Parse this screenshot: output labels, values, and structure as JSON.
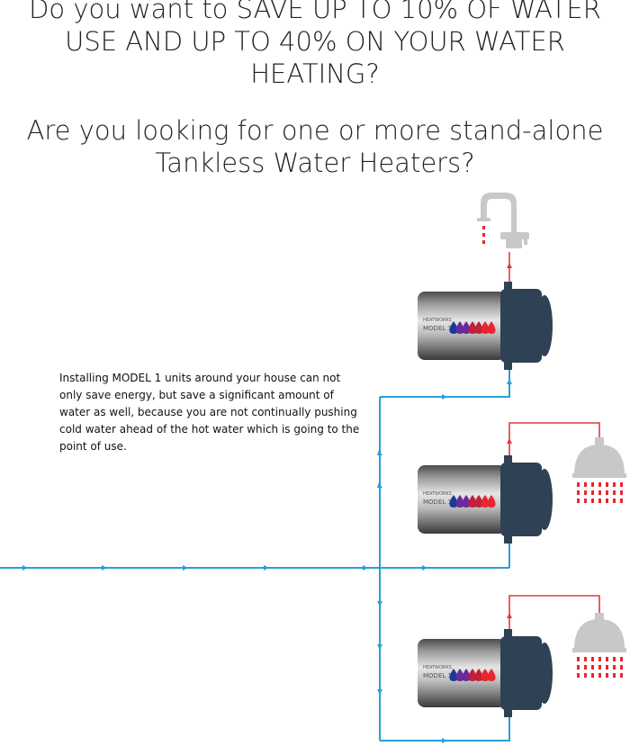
{
  "headline": {
    "line1": "Do you want to SAVE UP TO 10% OF WATER",
    "line2": "USE AND UP TO 40% ON YOUR WATER",
    "line3": "HEATING?"
  },
  "subheadline": {
    "line1": "Are you looking for one or more stand-alone",
    "line2": "Tankless Water Heaters?"
  },
  "description": "Installing MODEL 1 units around your house can not only save energy, but save a significant amount of water as well, because you are not continually pushing cold water ahead of the hot water which is going to the point of use.",
  "units": [
    {
      "brand": "HEATWORKS",
      "model": "MODEL 1",
      "fixture": "faucet"
    },
    {
      "brand": "HEATWORKS",
      "model": "MODEL 1",
      "fixture": "shower-head"
    },
    {
      "brand": "HEATWORKS",
      "model": "MODEL 1",
      "fixture": "shower-head"
    }
  ],
  "colors": {
    "cold_line": "#2a9fd8",
    "hot_line": "#e23a3a",
    "unit_cap": "#2f4155",
    "unit_body": "#a8a8a8",
    "fixture": "#c8c8c8",
    "water_drop": "#e8262f",
    "drop_gradient": [
      "#1a3a9a",
      "#6a2a9a",
      "#c0203a",
      "#e8262f"
    ]
  }
}
